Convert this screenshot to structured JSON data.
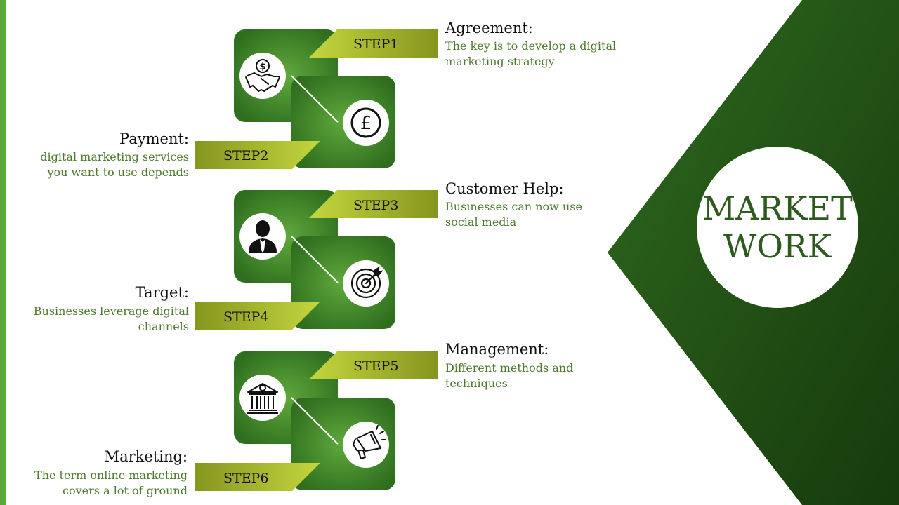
{
  "center": {
    "line1": "MARKET",
    "line2": "WORK"
  },
  "steps": [
    {
      "label": "STEP1",
      "title": "Agreement:",
      "desc1": "The key is to develop a digital",
      "desc2": "marketing strategy",
      "icon": "handshake-dollar-icon"
    },
    {
      "label": "STEP2",
      "title": "Payment:",
      "desc1": "digital marketing services",
      "desc2": "you want to use depends",
      "icon": "pound-coin-icon"
    },
    {
      "label": "STEP3",
      "title": "Customer Help:",
      "desc1": "Businesses can now use",
      "desc2": "social media",
      "icon": "businessman-icon"
    },
    {
      "label": "STEP4",
      "title": "Target:",
      "desc1": "Businesses leverage digital",
      "desc2": "channels",
      "icon": "target-icon"
    },
    {
      "label": "STEP5",
      "title": "Management:",
      "desc1": "Different methods and",
      "desc2": "techniques",
      "icon": "bank-icon"
    },
    {
      "label": "STEP6",
      "title": "Marketing:",
      "desc1": "The term online marketing",
      "desc2": "covers a lot of ground",
      "icon": "megaphone-icon"
    }
  ],
  "colors": {
    "green_dark": "#1e4a12",
    "green_mid": "#3a7d24",
    "green_light": "#5aa93a",
    "olive": "#8a9a20",
    "lime": "#b5c93a",
    "desc_text": "#4c7a2c"
  }
}
